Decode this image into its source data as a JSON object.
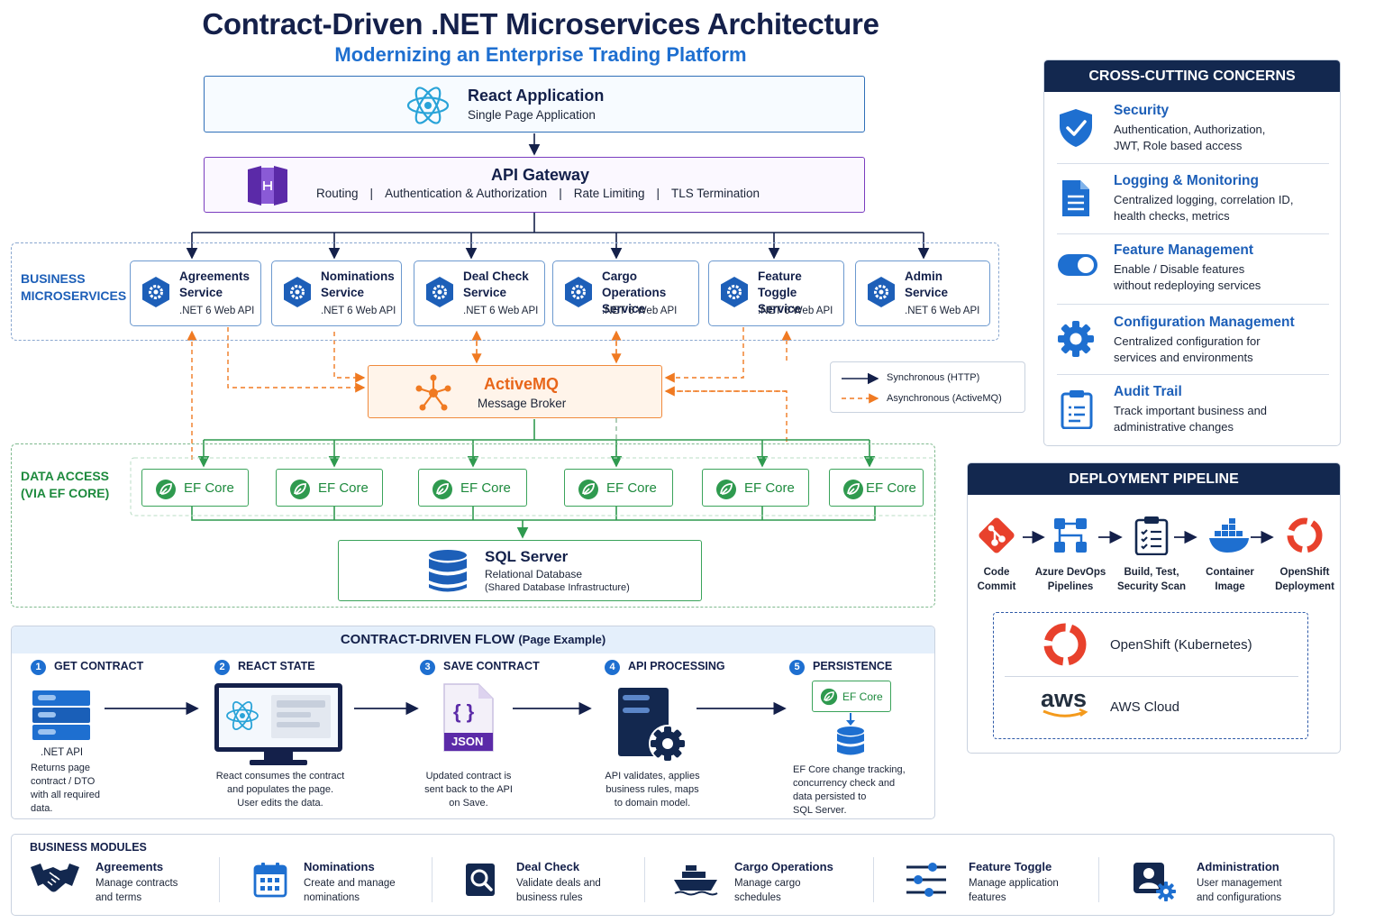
{
  "title": "Contract-Driven .NET Microservices Architecture",
  "subtitle": "Modernizing an Enterprise Trading Platform",
  "react_app": {
    "title": "React Application",
    "subtitle": "Single Page Application"
  },
  "api_gateway": {
    "title": "API Gateway",
    "features": [
      "Routing",
      "Authentication & Authorization",
      "Rate Limiting",
      "TLS Termination"
    ],
    "separator": "|"
  },
  "microservices": {
    "label_line1": "BUSINESS",
    "label_line2": "MICROSERVICES",
    "services": [
      {
        "name_line1": "Agreements",
        "name_line2": "Service",
        "tech": ".NET 6 Web API"
      },
      {
        "name_line1": "Nominations",
        "name_line2": "Service",
        "tech": ".NET 6 Web API"
      },
      {
        "name_line1": "Deal Check",
        "name_line2": "Service",
        "tech": ".NET 6 Web API"
      },
      {
        "name_line1": "Cargo Operations",
        "name_line2": "Service",
        "tech": ".NET 6 Web API"
      },
      {
        "name_line1": "Feature Toggle",
        "name_line2": "Service",
        "tech": ".NET 6 Web API"
      },
      {
        "name_line1": "Admin",
        "name_line2": "Service",
        "tech": ".NET 6 Web API"
      }
    ]
  },
  "message_broker": {
    "title": "ActiveMQ",
    "subtitle": "Message Broker"
  },
  "legend": {
    "sync": "Synchronous (HTTP)",
    "async": "Asynchronous (ActiveMQ)"
  },
  "data_access": {
    "label_line1": "DATA ACCESS",
    "label_line2": "(VIA EF CORE)",
    "ef_label": "EF Core"
  },
  "sql_server": {
    "title": "SQL Server",
    "line1": "Relational Database",
    "line2": "(Shared Database Infrastructure)"
  },
  "cross_cutting": {
    "header": "CROSS-CUTTING CONCERNS",
    "items": [
      {
        "icon": "shield-check-icon",
        "title": "Security",
        "line1": "Authentication, Authorization,",
        "line2": "JWT, Role based access"
      },
      {
        "icon": "document-icon",
        "title": "Logging & Monitoring",
        "line1": "Centralized logging, correlation ID,",
        "line2": "health checks, metrics"
      },
      {
        "icon": "toggle-icon",
        "title": "Feature Management",
        "line1": "Enable / Disable features",
        "line2": "without redeploying services"
      },
      {
        "icon": "gear-icon",
        "title": "Configuration Management",
        "line1": "Centralized configuration for",
        "line2": "services and environments"
      },
      {
        "icon": "clipboard-icon",
        "title": "Audit Trail",
        "line1": "Track important business and",
        "line2": "administrative changes"
      }
    ]
  },
  "deployment": {
    "header": "DEPLOYMENT PIPELINE",
    "steps": [
      {
        "icon": "git-icon",
        "line1": "Code",
        "line2": "Commit"
      },
      {
        "icon": "pipeline-icon",
        "line1": "Azure DevOps",
        "line2": "Pipelines"
      },
      {
        "icon": "checklist-icon",
        "line1": "Build, Test,",
        "line2": "Security Scan"
      },
      {
        "icon": "docker-icon",
        "line1": "Container",
        "line2": "Image"
      },
      {
        "icon": "openshift-icon",
        "line1": "OpenShift",
        "line2": "Deployment"
      }
    ],
    "targets": [
      {
        "icon": "openshift-icon",
        "label": "OpenShift (Kubernetes)"
      },
      {
        "icon": "aws-logo",
        "label": "AWS Cloud",
        "logo_text": "aws"
      }
    ],
    "colors": {
      "red": "#e8412c",
      "blue": "#1e6fd0",
      "orange": "#f49a1c"
    }
  },
  "contract_flow": {
    "title": "CONTRACT-DRIVEN FLOW",
    "title_note": "(Page Example)",
    "steps": [
      {
        "n": "1",
        "title": "GET CONTRACT",
        "caption": ".NET API",
        "lines": [
          "Returns page",
          "contract / DTO",
          "with all required",
          "data."
        ]
      },
      {
        "n": "2",
        "title": "REACT STATE",
        "lines": [
          "React consumes the contract",
          "and populates the page.",
          "User edits the data."
        ]
      },
      {
        "n": "3",
        "title": "SAVE CONTRACT",
        "badge": "JSON",
        "glyph": "{ }",
        "lines": [
          "Updated contract is",
          "sent back to the API",
          "on Save."
        ]
      },
      {
        "n": "4",
        "title": "API PROCESSING",
        "lines": [
          "API validates, applies",
          "business rules, maps",
          "to domain model."
        ]
      },
      {
        "n": "5",
        "title": "PERSISTENCE",
        "ef_label": "EF Core",
        "lines": [
          "EF Core change tracking,",
          "concurrency check and",
          "data persisted to",
          "SQL Server."
        ]
      }
    ]
  },
  "business_modules": {
    "header": "BUSINESS MODULES",
    "items": [
      {
        "icon": "handshake-icon",
        "title": "Agreements",
        "line1": "Manage contracts",
        "line2": "and terms"
      },
      {
        "icon": "calendar-icon",
        "title": "Nominations",
        "line1": "Create and manage",
        "line2": "nominations"
      },
      {
        "icon": "search-document-icon",
        "title": "Deal Check",
        "line1": "Validate deals and",
        "line2": "business rules"
      },
      {
        "icon": "ship-icon",
        "title": "Cargo Operations",
        "line1": "Manage cargo",
        "line2": "schedules"
      },
      {
        "icon": "sliders-icon",
        "title": "Feature Toggle",
        "line1": "Manage application",
        "line2": "features"
      },
      {
        "icon": "user-gear-icon",
        "title": "Administration",
        "line1": "User management",
        "line2": "and configurations"
      }
    ]
  },
  "colors": {
    "navy": "#13284f",
    "blue": "#1e6fd0",
    "purple": "#7a3dbf",
    "orange": "#f07a22",
    "green": "#2f9a4f"
  }
}
